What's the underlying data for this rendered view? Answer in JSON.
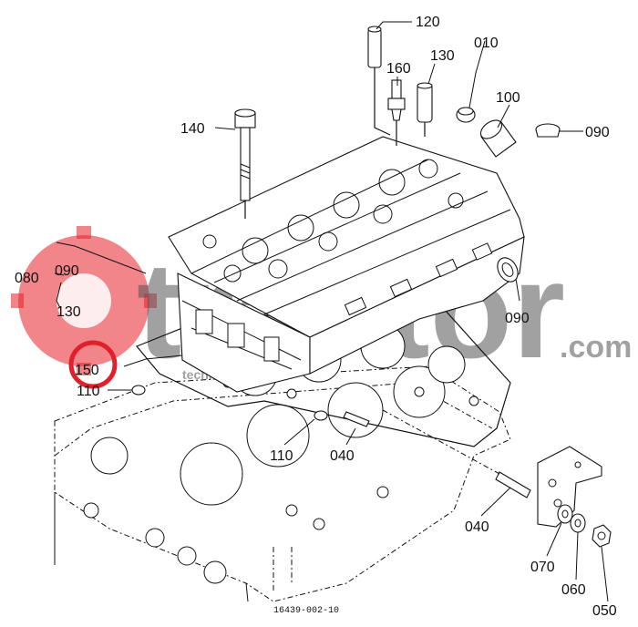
{
  "watermark": {
    "brand": "traktor",
    "suffix": ".com",
    "tagline": "technicals",
    "red_color": "#e8202a",
    "grey_color": "#555555"
  },
  "highlight": {
    "color": "#e0202a",
    "label": "150"
  },
  "figure_number": "16439-002-10",
  "callouts": {
    "c120": "120",
    "c010": "010",
    "c160": "160",
    "c130": "130",
    "c100": "100",
    "c140": "140",
    "c090a": "090",
    "c080": "080",
    "c090b": "090",
    "c130b": "130",
    "c090c": "090",
    "c150": "150",
    "c110a": "110",
    "c110b": "110",
    "c040a": "040",
    "c040b": "040",
    "c070": "070",
    "c060": "060",
    "c050": "050"
  }
}
